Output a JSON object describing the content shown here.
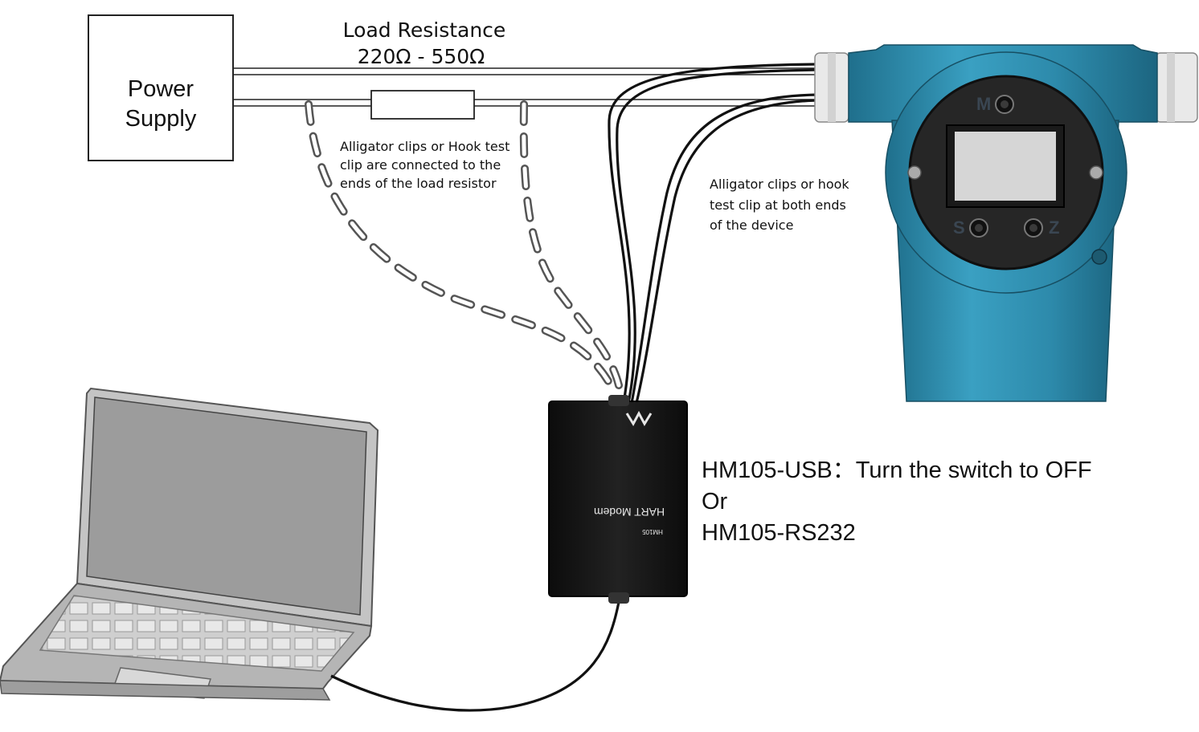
{
  "power_supply": {
    "line1": "Power",
    "line2": "Supply"
  },
  "load_resistance": {
    "title": "Load Resistance",
    "range": "220Ω  - 550Ω"
  },
  "notes": {
    "resistor_clips": [
      "Alligator clips or Hook test",
      "clip are connected to the",
      "ends of the load resistor"
    ],
    "device_clips": [
      "Alligator clips or hook",
      "test clip at both ends",
      "of the device"
    ]
  },
  "modem_models": [
    "HM105-USB：Turn the switch to OFF",
    "Or",
    "HM105-RS232"
  ],
  "modem_device": {
    "name": "HART Modem",
    "model_code": "HM105"
  },
  "transmitter": {
    "buttons": [
      "M",
      "S",
      "Z"
    ]
  },
  "colors": {
    "transmitter_body": "#2f8fb0",
    "transmitter_face": "#242424",
    "modem": "#151515",
    "laptop": "#bdbdbd"
  }
}
